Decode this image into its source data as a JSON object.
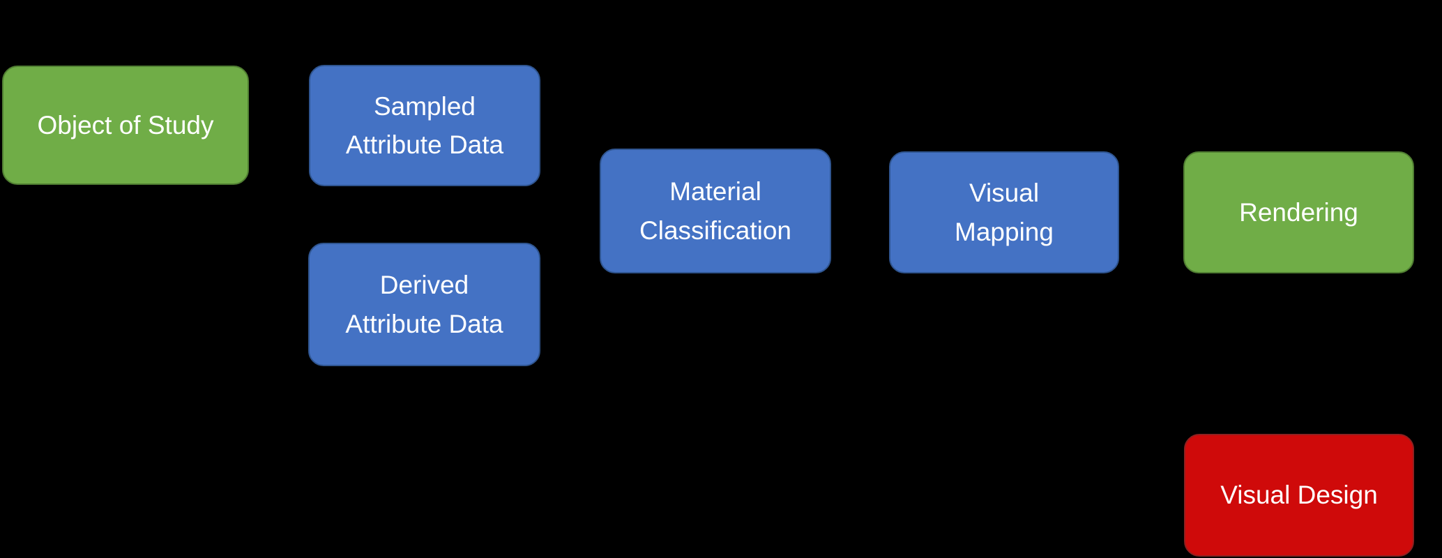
{
  "diagram": {
    "type": "flowchart",
    "background_color": "#000000",
    "text_color": "#FFFFFF",
    "palette": {
      "green_fill": "#70AD47",
      "green_border": "#507E32",
      "blue_fill": "#4472C4",
      "blue_border": "#2F5590",
      "red_fill": "#CF0A0A",
      "red_border": "#8F2020"
    },
    "nodes": [
      {
        "id": "object-of-study",
        "label": "Object of Study",
        "fill": "#70AD47",
        "border": "#507E32",
        "text_color": "#FFFFFF"
      },
      {
        "id": "sampled-attribute-data",
        "label": "Sampled\nAttribute Data",
        "fill": "#4472C4",
        "border": "#2F5590",
        "text_color": "#FFFFFF"
      },
      {
        "id": "derived-attribute-data",
        "label": "Derived\nAttribute Data",
        "fill": "#4472C4",
        "border": "#2F5590",
        "text_color": "#FFFFFF"
      },
      {
        "id": "material-classification",
        "label": "Material\nClassification",
        "fill": "#4472C4",
        "border": "#2F5590",
        "text_color": "#FFFFFF"
      },
      {
        "id": "visual-mapping",
        "label": "Visual\nMapping",
        "fill": "#4472C4",
        "border": "#2F5590",
        "text_color": "#FFFFFF"
      },
      {
        "id": "rendering",
        "label": "Rendering",
        "fill": "#70AD47",
        "border": "#507E32",
        "text_color": "#FFFFFF"
      },
      {
        "id": "visual-design",
        "label": "Visual Design",
        "fill": "#CF0A0A",
        "border": "#8F2020",
        "text_color": "#FFFFFF"
      }
    ]
  }
}
